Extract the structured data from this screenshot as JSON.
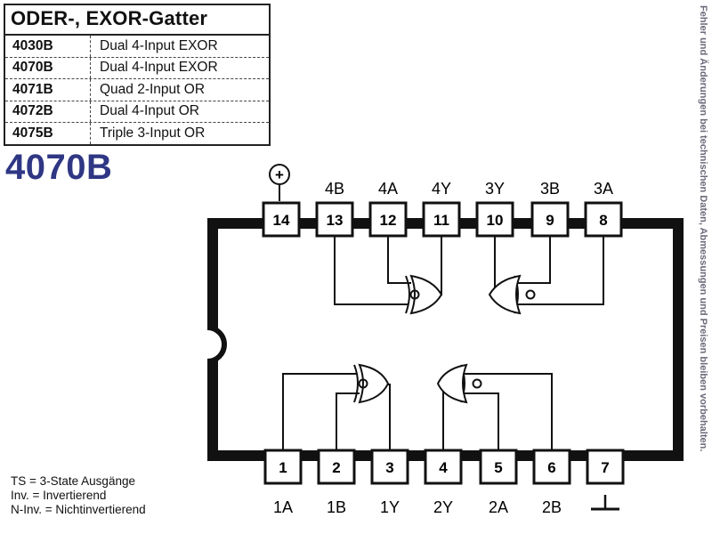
{
  "header": {
    "title": "ODER-, EXOR-Gatter",
    "rows": [
      {
        "code": "4030B",
        "desc": "Dual 4-Input EXOR"
      },
      {
        "code": "4070B",
        "desc": "Dual 4-Input EXOR"
      },
      {
        "code": "4071B",
        "desc": "Quad 2-Input OR"
      },
      {
        "code": "4072B",
        "desc": "Dual 4-Input OR"
      },
      {
        "code": "4075B",
        "desc": "Triple 3-Input OR"
      }
    ]
  },
  "part_number": "4070B",
  "legend": [
    "TS = 3-State Ausgänge",
    "Inv. = Invertierend",
    "N-Inv. =  Nichtinvertierend"
  ],
  "side_note": "Fehler und Änderungen bei technischen Daten, Abmessungen und Preisen bleiben vorbehalten.",
  "diagram": {
    "vcc_symbol": "+",
    "gnd_symbol": "⊥",
    "top_pins": [
      {
        "number": "14",
        "label": ""
      },
      {
        "number": "13",
        "label": "4B"
      },
      {
        "number": "12",
        "label": "4A"
      },
      {
        "number": "11",
        "label": "4Y"
      },
      {
        "number": "10",
        "label": "3Y"
      },
      {
        "number": "9",
        "label": "3B"
      },
      {
        "number": "8",
        "label": "3A"
      }
    ],
    "bottom_pins": [
      {
        "number": "1",
        "label": "1A"
      },
      {
        "number": "2",
        "label": "1B"
      },
      {
        "number": "3",
        "label": "1Y"
      },
      {
        "number": "4",
        "label": "2Y"
      },
      {
        "number": "5",
        "label": "2A"
      },
      {
        "number": "6",
        "label": "2B"
      },
      {
        "number": "7",
        "label": ""
      }
    ],
    "colors": {
      "ink": "#111111",
      "part_number": "#2f3784",
      "side_note": "#6a6a7a"
    }
  }
}
